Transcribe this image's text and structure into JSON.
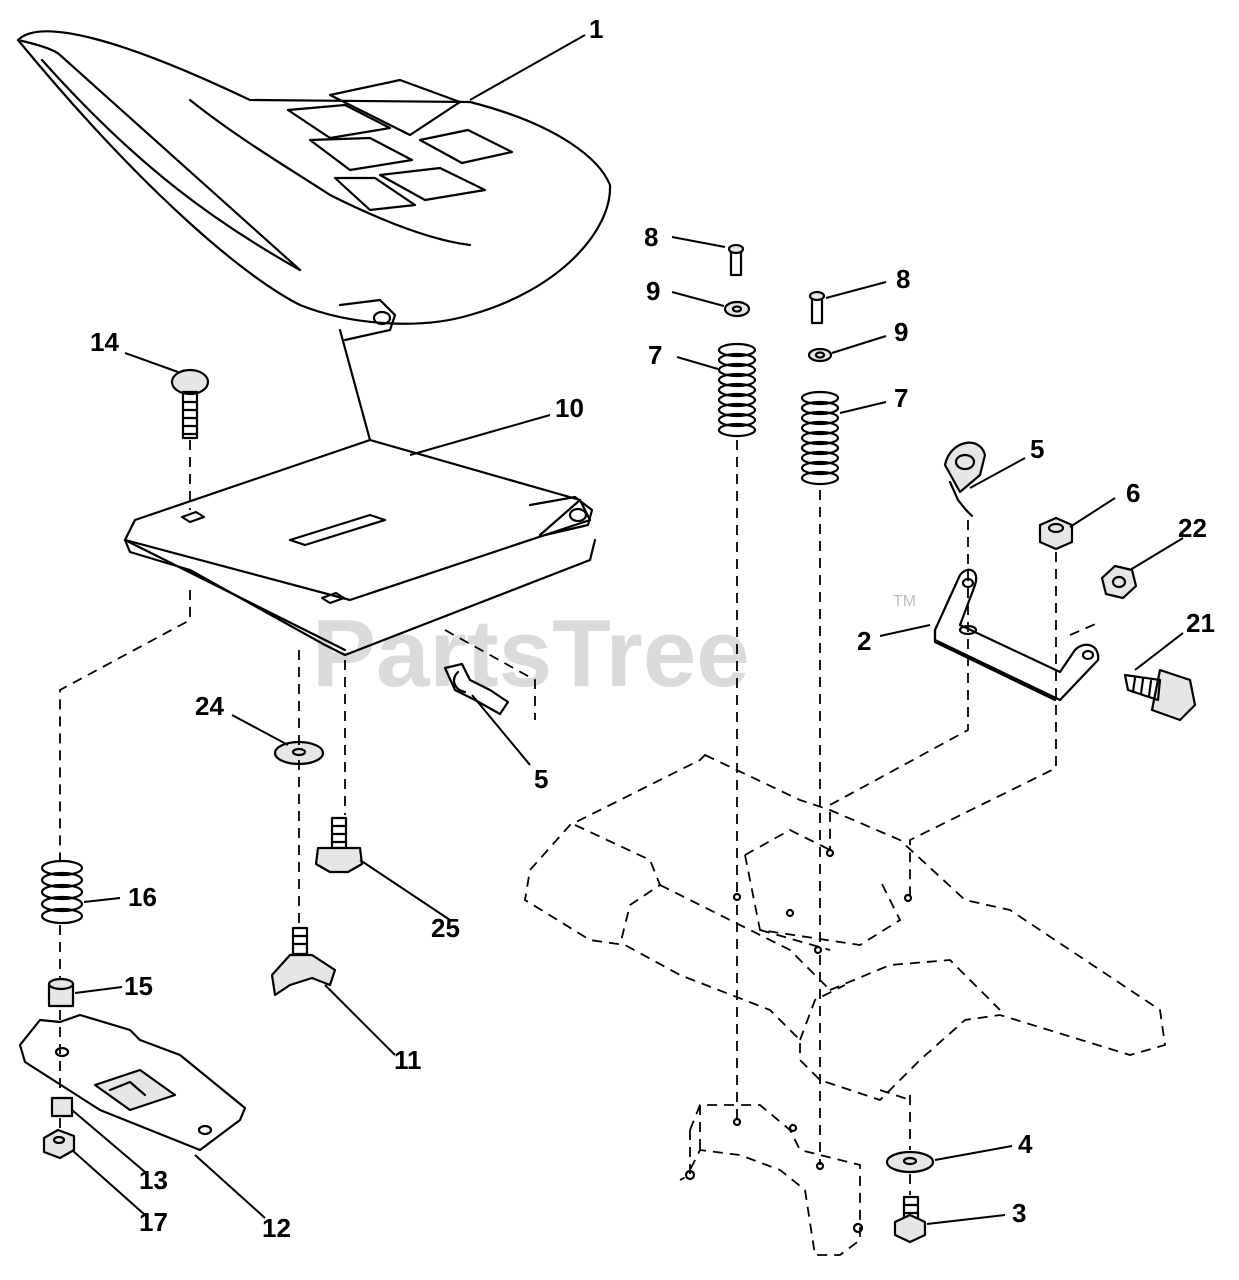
{
  "watermark": {
    "text": "PartsTree",
    "trademark": "TM"
  },
  "callouts": {
    "seat": "1",
    "mounting_bracket": "2",
    "bolt_bottom": "3",
    "washer_bottom": "4",
    "clip_right": "5",
    "clip_left": "5",
    "nut_6": "6",
    "spring_left": "7",
    "spring_right": "7",
    "screw_left": "8",
    "screw_right": "8",
    "washer_9_left": "9",
    "washer_9_right": "9",
    "seat_pan": "10",
    "knob_11": "11",
    "slide_plate": "12",
    "part_13": "13",
    "carriage_bolt_14": "14",
    "spacer_15": "15",
    "spring_16": "16",
    "nut_17": "17",
    "shoulder_bolt_21": "21",
    "nut_22": "22",
    "washer_24": "24",
    "knob_25": "25"
  }
}
